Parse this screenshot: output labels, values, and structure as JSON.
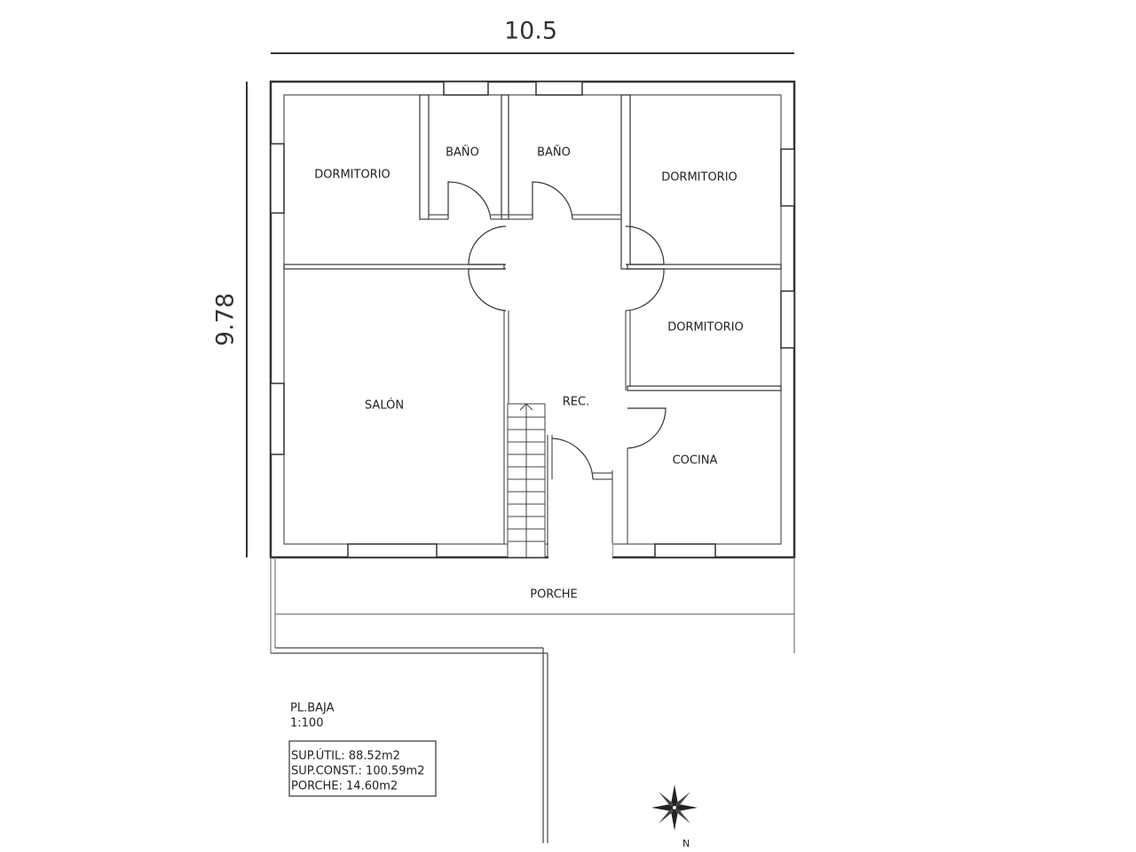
{
  "dimensions": {
    "width": "10.5",
    "depth": "9.78"
  },
  "rooms": {
    "dormitorio_1": "DORMITORIO",
    "bano_1": "BAÑO",
    "bano_2": "BAÑO",
    "dormitorio_2": "DORMITORIO",
    "dormitorio_3": "DORMITORIO",
    "salon": "SALÓN",
    "recibidor": "REC.",
    "cocina": "COCINA",
    "porche": "PORCHE"
  },
  "legend": {
    "plan_name": "PL.BAJA",
    "scale": "1:100",
    "sup_util": "SUP.ÚTIL: 88.52m2",
    "sup_const": "SUP.CONST.: 100.59m2",
    "porche": "PORCHE: 14.60m2"
  },
  "compass": {
    "label": "N"
  }
}
